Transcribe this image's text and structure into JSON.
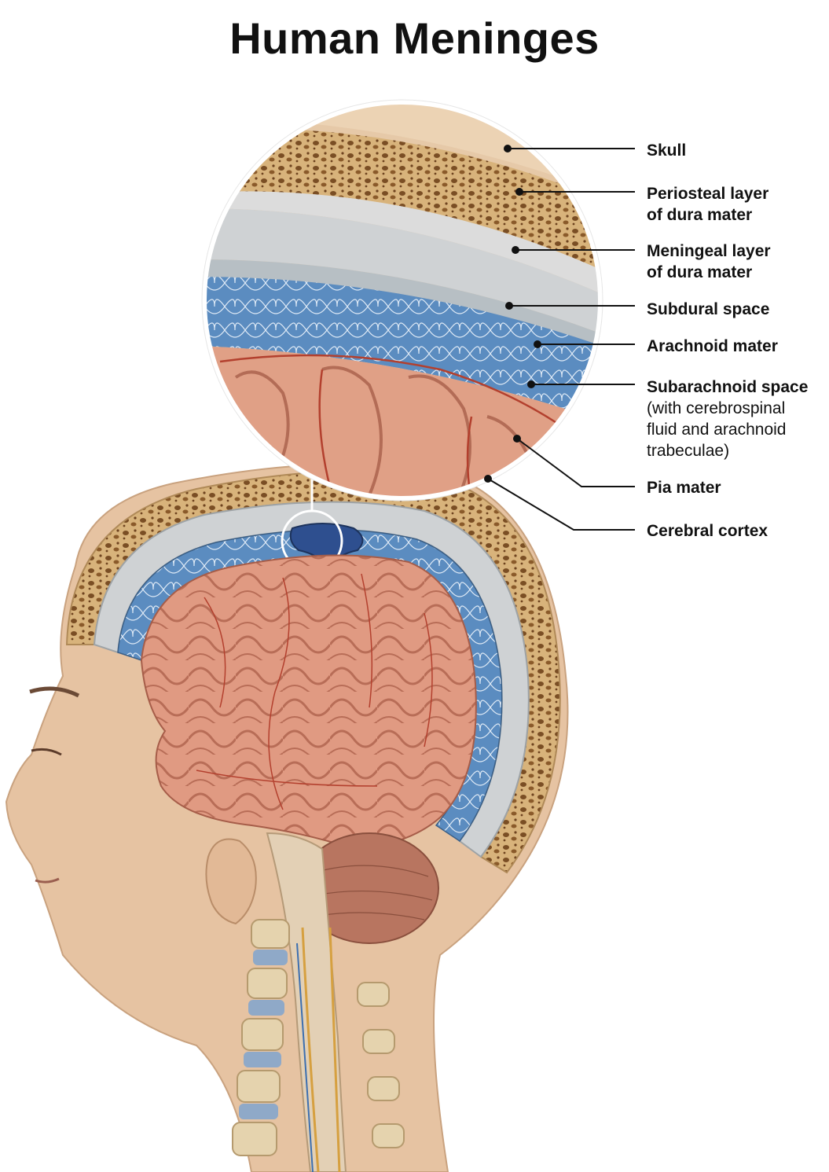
{
  "title": "Human Meninges",
  "labels": [
    {
      "id": "skull",
      "text": "Skull",
      "sub": ""
    },
    {
      "id": "periosteal",
      "text": "Periosteal layer\nof dura mater",
      "sub": ""
    },
    {
      "id": "meningeal",
      "text": "Meningeal layer\nof dura mater",
      "sub": ""
    },
    {
      "id": "subdural",
      "text": "Subdural space",
      "sub": ""
    },
    {
      "id": "arachnoid",
      "text": "Arachnoid mater",
      "sub": ""
    },
    {
      "id": "subarachnoid",
      "text": "Subarachnoid space",
      "sub": "(with cerebrospinal\nfluid and arachnoid\ntrabeculae)"
    },
    {
      "id": "pia",
      "text": "Pia mater",
      "sub": ""
    },
    {
      "id": "cortex",
      "text": "Cerebral cortex",
      "sub": ""
    }
  ],
  "colors": {
    "skin": "#e9c7a7",
    "bone": "#d9b47e",
    "dura": "#cfd2d4",
    "csf": "#5f8fbf",
    "brain": "#d98f78",
    "vessel": "#b3402e",
    "sinus": "#2e4f8f"
  }
}
